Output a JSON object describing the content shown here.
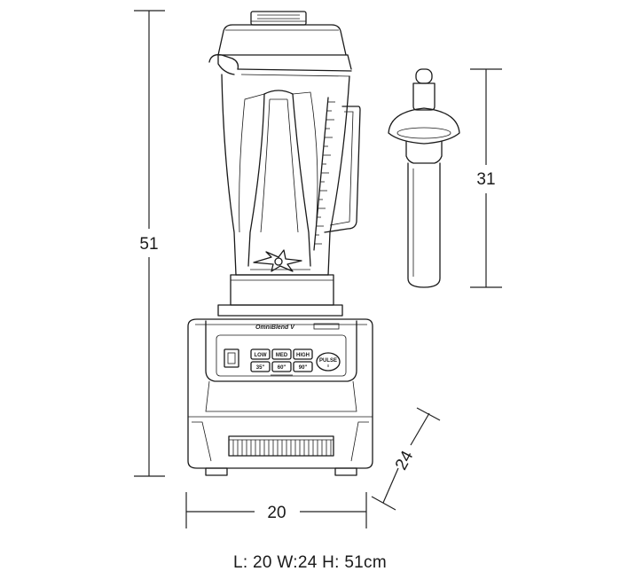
{
  "dimensions": {
    "height": "51",
    "width": "20",
    "depth": "24",
    "tamper_length": "31"
  },
  "brand_label": "OmniBlend V",
  "buttons": {
    "low": "LOW",
    "med": "MED",
    "high": "HIGH",
    "t35": "35\"",
    "t60": "60\"",
    "t90": "90\"",
    "pulse": "PULSE"
  },
  "caption": "L: 20  W:24  H: 51cm"
}
